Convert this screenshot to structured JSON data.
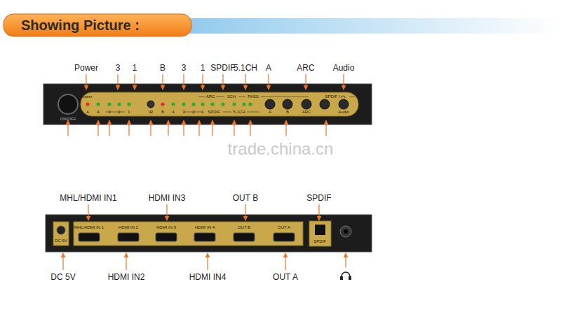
{
  "diagram": {
    "title": "Showing Picture :",
    "labels": [
      "Power",
      "3",
      "1",
      "B",
      "3",
      "1",
      "SPDIF",
      "5.1CH",
      "A",
      "ARC",
      "Audio",
      "Power",
      "A",
      "4",
      "3",
      "2",
      "1",
      "IR",
      "B",
      "4",
      "3",
      "2",
      "1",
      "ARC",
      "2CH",
      "PASS",
      "SPDIF",
      "5.1CH",
      "A",
      "B",
      "ARC",
      "SPDIF /",
      "Audio",
      "ON/OFF",
      "trade.china.cn",
      "MHL/HDMI IN1",
      "HDMI IN3",
      "OUT B",
      "SPDIF",
      "DC 5V",
      "HDMI IN2",
      "HDMI IN4",
      "OUT A",
      "MHL/HDMI IN 1",
      "HDMI IN 2",
      "HDMI IN 3",
      "HDMI IN 4",
      "OUT B",
      "OUT A",
      "SPDIF",
      "DC 5V"
    ]
  }
}
